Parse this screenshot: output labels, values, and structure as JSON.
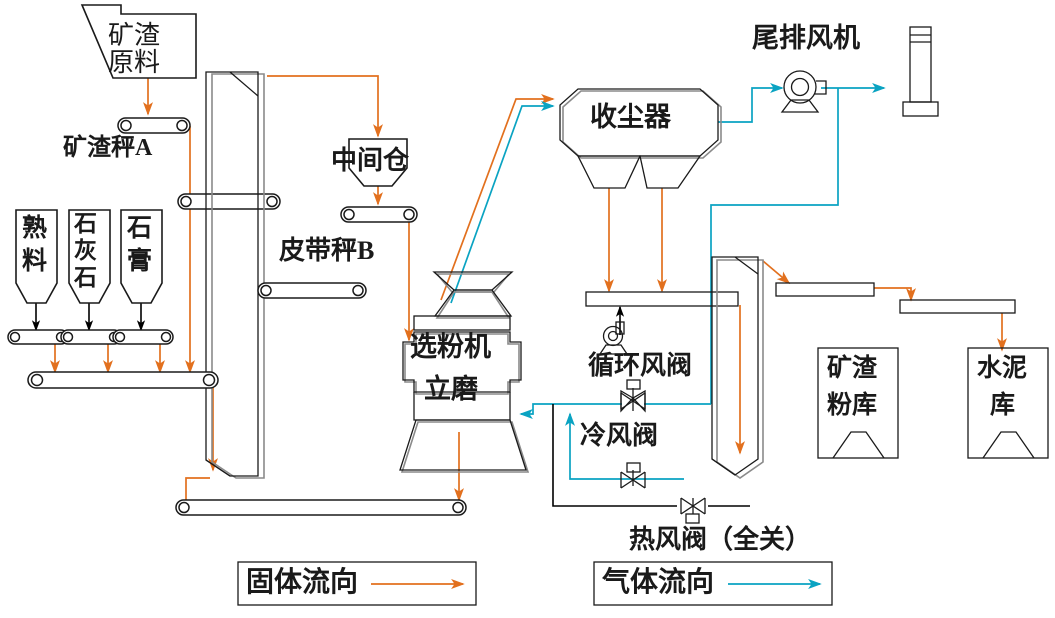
{
  "diagram": {
    "title_implicit": "水泥粉磨（矿渣立磨）工艺流程图",
    "colors": {
      "solid_flow": "#e2701e",
      "gas_flow": "#0aa3c2",
      "equipment_stroke": "#1a1a1a",
      "equipment_shadow": "#8a8a8a",
      "black_arrow": "#000000",
      "background": "#ffffff"
    },
    "equipment": [
      {
        "id": "slag-raw-material",
        "label": "矿渣\n原料",
        "line1": "矿渣",
        "line2": "原料",
        "type": "stockpile"
      },
      {
        "id": "slag-scale-a",
        "label": "矿渣秤A",
        "type": "belt-weigher"
      },
      {
        "id": "clinker-hopper",
        "label": "熟料",
        "type": "hopper"
      },
      {
        "id": "limestone-hopper",
        "label": "石灰石",
        "type": "hopper"
      },
      {
        "id": "gypsum-hopper",
        "label": "石膏",
        "type": "hopper"
      },
      {
        "id": "intermediate-bin",
        "label": "中间仓",
        "type": "bin"
      },
      {
        "id": "belt-scale-b",
        "label": "皮带秤B",
        "type": "belt-weigher"
      },
      {
        "id": "separator",
        "label": "选粉机",
        "type": "separator"
      },
      {
        "id": "vertical-mill",
        "label": "立磨",
        "type": "vertical-mill"
      },
      {
        "id": "dust-collector",
        "label": "收尘器",
        "type": "baghouse"
      },
      {
        "id": "tail-exhaust-fan",
        "label": "尾排风机",
        "type": "fan"
      },
      {
        "id": "stack",
        "label": "",
        "type": "stack"
      },
      {
        "id": "circulating-air-valve",
        "label": "循环风阀",
        "type": "valve"
      },
      {
        "id": "cold-air-valve",
        "label": "冷风阀",
        "type": "valve"
      },
      {
        "id": "hot-air-valve",
        "label": "热风阀（全关）",
        "type": "valve"
      },
      {
        "id": "slag-powder-silo",
        "line1": "矿渣",
        "line2": "粉库",
        "label": "矿渣粉库",
        "type": "silo"
      },
      {
        "id": "cement-silo",
        "line1": "水泥",
        "line2": "库",
        "label": "水泥库",
        "type": "silo"
      }
    ],
    "labels": {
      "slag_raw_line1": "矿渣",
      "slag_raw_line2": "原料",
      "slag_scale_a": "矿渣秤A",
      "clinker_c1": "熟",
      "clinker_c2": "料",
      "limestone_c1": "石",
      "limestone_c2": "灰",
      "limestone_c3": "石",
      "gypsum_c1": "石",
      "gypsum_c2": "膏",
      "intermediate_bin": "中间仓",
      "belt_scale_b": "皮带秤B",
      "separator": "选粉机",
      "vertical_mill": "立磨",
      "dust_collector": "收尘器",
      "tail_exhaust_fan": "尾排风机",
      "circulating_air_valve": "循环风阀",
      "cold_air_valve": "冷风阀",
      "hot_air_valve": "热风阀（全关）",
      "slag_powder_silo_l1": "矿渣",
      "slag_powder_silo_l2": "粉库",
      "cement_silo_l1": "水泥",
      "cement_silo_l2": "库"
    },
    "legend": [
      {
        "id": "solid-flow",
        "label": "固体流向",
        "color": "#e2701e"
      },
      {
        "id": "gas-flow",
        "label": "气体流向",
        "color": "#0aa3c2"
      }
    ]
  }
}
